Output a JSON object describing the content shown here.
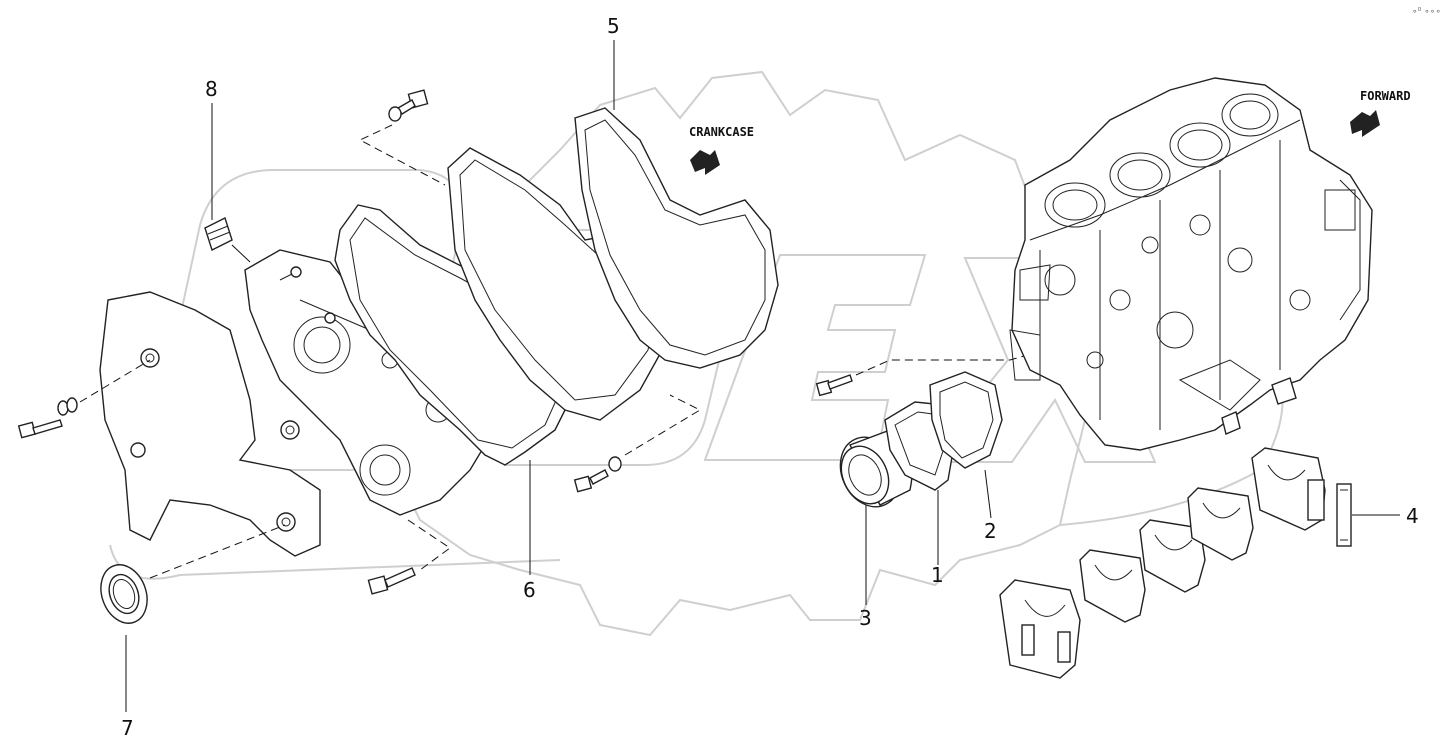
{
  "diagram": {
    "callouts": [
      "1",
      "2",
      "3",
      "4",
      "5",
      "6",
      "7",
      "8"
    ],
    "direction_labels": {
      "crankcase": "CRANKCASE",
      "forward": "FORWARD"
    },
    "corner_mark": "∘⁰ ∘∘∘",
    "watermark_color": "#cfcfcf",
    "line_color": "#222222"
  }
}
